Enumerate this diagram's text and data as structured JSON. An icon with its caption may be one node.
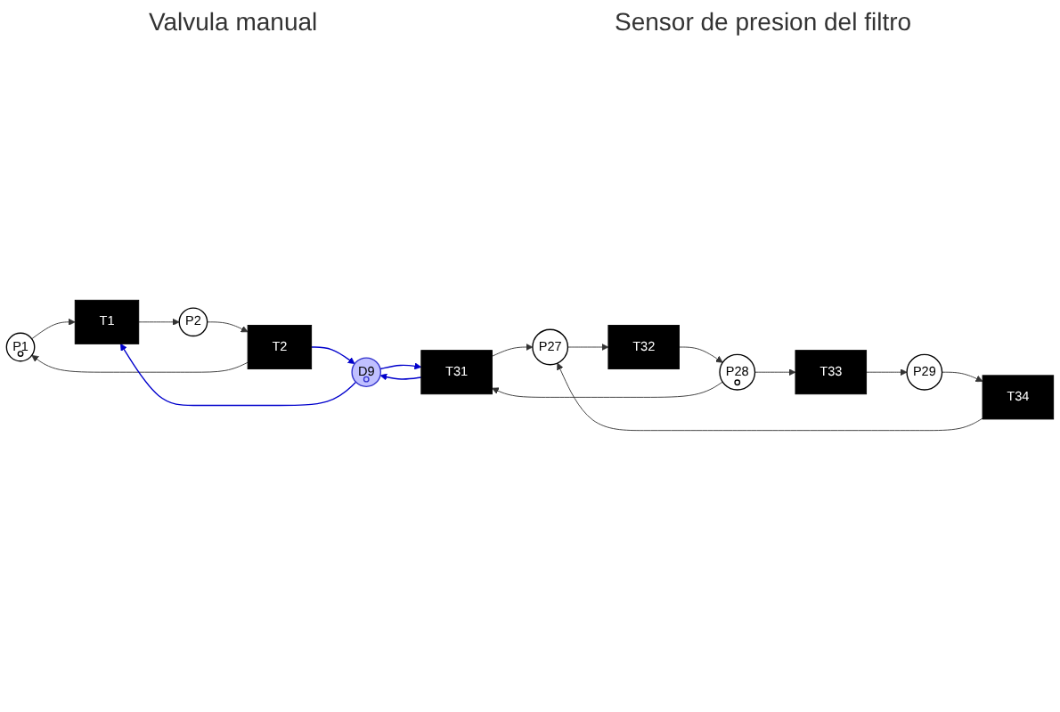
{
  "diagram": {
    "nodes": [
      {
        "text": [
          "P1"
        ]
      },
      {
        "text": [
          "T1"
        ]
      },
      {
        "text": [
          "P2"
        ]
      },
      {
        "text": [
          "T2"
        ]
      },
      {
        "text": [
          "D9"
        ]
      },
      {
        "text": [
          "P27"
        ]
      },
      {
        "text": [
          "T32"
        ]
      },
      {
        "text": [
          "P28"
        ]
      },
      {
        "text": [
          "T31"
        ]
      },
      {
        "text": [
          "T34"
        ]
      },
      {
        "text": [
          "T33"
        ]
      },
      {
        "text": [
          "P29"
        ]
      }
    ],
    "edges": [
      {
        "from": 0,
        "to": 1,
        "arrow": "to"
      },
      {
        "from": 1,
        "to": 2,
        "arrow": "to"
      },
      {
        "from": 2,
        "to": 3,
        "arrow": "to"
      },
      {
        "from": 3,
        "to": 0,
        "arrow": "to"
      },
      {
        "from": 3,
        "to": 4,
        "arrow": "to",
        "color": "#0000cc"
      },
      {
        "from": 4,
        "to": 1,
        "arrow": "to",
        "color": "#0000cc"
      },
      {
        "from": 8,
        "to": 4,
        "arrow": "to",
        "color": "#0000cc"
      },
      {
        "from": 4,
        "to": 8,
        "arrow": "to",
        "color": "#0000cc"
      },
      {
        "from": 5,
        "to": 6,
        "arrow": "to"
      },
      {
        "from": 6,
        "to": 7,
        "arrow": "to"
      },
      {
        "from": 7,
        "to": 8,
        "arrow": "to"
      },
      {
        "from": 8,
        "to": 5,
        "arrow": "to"
      },
      {
        "from": 7,
        "to": 10,
        "arrow": "to"
      },
      {
        "from": 10,
        "to": 11,
        "arrow": "to"
      },
      {
        "from": 11,
        "to": 9,
        "arrow": "to"
      },
      {
        "from": 9,
        "to": 5,
        "arrow": "to"
      }
    ],
    "labels": [
      "Valvula manual",
      "Sensor de presion del filtro"
    ]
  }
}
